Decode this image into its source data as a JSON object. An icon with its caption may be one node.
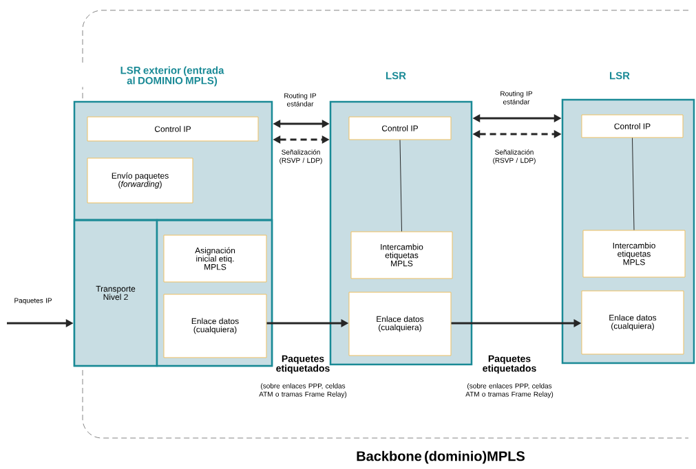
{
  "diagram": {
    "nodes": [
      {
        "text": [
          "Backbone (dominio)MPLS"
        ]
      },
      {
        "text": [
          "LSR exterior (entrada al DOMINIO MPLS)"
        ],
        "in": 0
      },
      {
        "text": [
          "Control IP"
        ],
        "in": 1
      },
      {
        "text": [
          "Envío paquetes (*forwarding*)"
        ],
        "in": 1
      },
      {
        "text": [
          "Transporte Nivel 2"
        ],
        "in": 1
      },
      {
        "text": [],
        "shape": "box",
        "in": 1
      },
      {
        "text": [
          "Asignación inicial etiq. MPLS"
        ],
        "in": 5
      },
      {
        "text": [
          "Enlace datos (cualquiera)"
        ],
        "in": 5
      },
      {
        "text": [
          "LSR"
        ],
        "in": 0
      },
      {
        "text": [
          "Control IP"
        ],
        "in": 8
      },
      {
        "text": [
          "Intercambio etiquetas MPLS"
        ],
        "in": 8
      },
      {
        "text": [
          "Enlace datos (cualquiera)"
        ],
        "in": 8
      },
      {
        "text": [
          "LSR"
        ],
        "in": 0
      },
      {
        "text": [
          "Control IP"
        ],
        "in": 12
      },
      {
        "text": [
          "Intercambio etiquetas MPLS"
        ],
        "in": 12
      },
      {
        "text": [
          "Enlace datos (cualquiera)"
        ],
        "in": 12
      }
    ],
    "edges": [
      {
        "from": null,
        "to": 4,
        "arrow": "to",
        "label": "Paquetes IP"
      },
      {
        "from": 1,
        "to": 8,
        "arrow": "both",
        "label": "Routing IP estándar"
      },
      {
        "from": 1,
        "to": 8,
        "arrow": "both",
        "style": "dashed",
        "label": "Señalización (RSVP / LDP)"
      },
      {
        "from": 8,
        "to": 12,
        "arrow": "both",
        "label": "Routing IP estándar"
      },
      {
        "from": 8,
        "to": 12,
        "arrow": "both",
        "style": "dashed",
        "label": "Señalización (RSVP / LDP)"
      },
      {
        "from": 9,
        "to": 10,
        "arrow": "none"
      },
      {
        "from": 13,
        "to": 14,
        "arrow": "none"
      },
      {
        "from": 7,
        "to": 11,
        "arrow": "to",
        "label": "Paquetes etiquetados"
      },
      {
        "from": 11,
        "to": 15,
        "arrow": "to",
        "label": "Paquetes etiquetados"
      }
    ],
    "labels": [
      "(sobre enlaces PPP, celdas ATM o tramas Frame Relay)",
      "(sobre enlaces PPP, celdas ATM o tramas Frame Relay)"
    ]
  }
}
